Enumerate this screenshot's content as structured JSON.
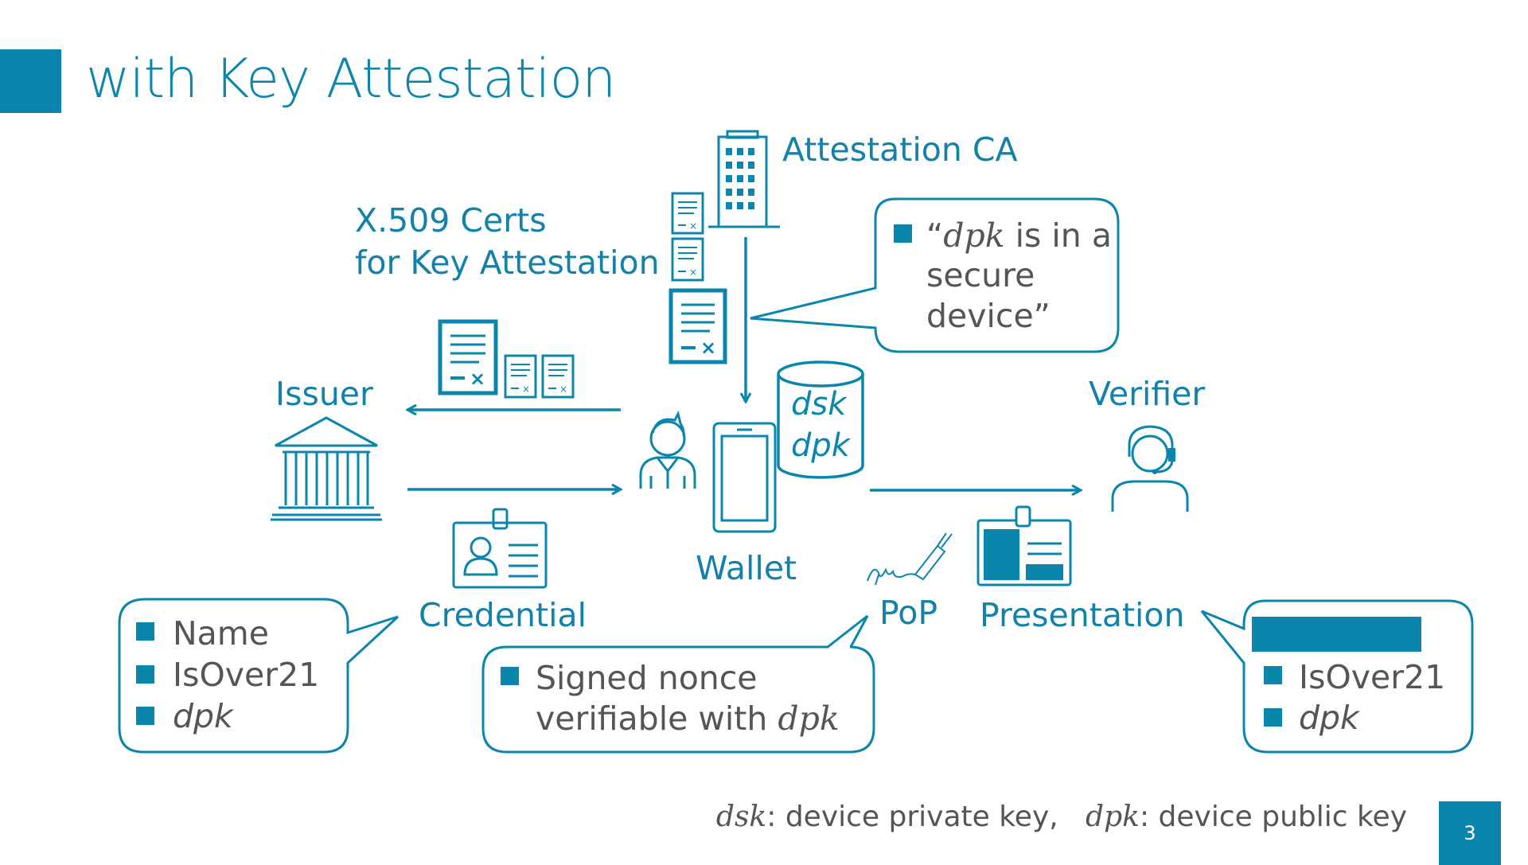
{
  "title": "with Key Attestation",
  "labels": {
    "attestation_ca": "Attestation CA",
    "certs_line1": "X.509 Certs",
    "certs_line2": "for Key Attestation",
    "issuer": "Issuer",
    "verifier": "Verifier",
    "wallet": "Wallet",
    "credential": "Credential",
    "pop": "PoP",
    "presentation": "Presentation"
  },
  "db_keys": [
    "dsk",
    "dpk"
  ],
  "callouts": {
    "attestation": {
      "open_quote": "“",
      "math": "dpk",
      "line1_rest": " is in a",
      "line2": "secure",
      "line3": "device”"
    },
    "credential": [
      {
        "text": "Name",
        "math": false
      },
      {
        "text": "IsOver21",
        "math": false
      },
      {
        "text": "dpk",
        "math": true
      }
    ],
    "pop": {
      "line1": "Signed nonce",
      "line2_text": "verifiable with ",
      "line2_math": "dpk"
    },
    "presentation": [
      {
        "text": "IsOver21",
        "math": false
      },
      {
        "text": "dpk",
        "math": true
      }
    ]
  },
  "footnote": {
    "dsk_term": "dsk",
    "dsk_def": ": device private key,",
    "dpk_term": "dpk",
    "dpk_def": ": device public key"
  },
  "page_number": "3",
  "colors": {
    "accent": "#0a86ad",
    "label": "#1482a8",
    "body_text": "#555555",
    "background": "#ffffff"
  },
  "icons": [
    "building-icon",
    "certificate-icon",
    "bank-icon",
    "person-icon",
    "smartphone-icon",
    "database-icon",
    "support-agent-icon",
    "id-card-icon",
    "signature-pen-icon",
    "presentation-card-icon"
  ]
}
